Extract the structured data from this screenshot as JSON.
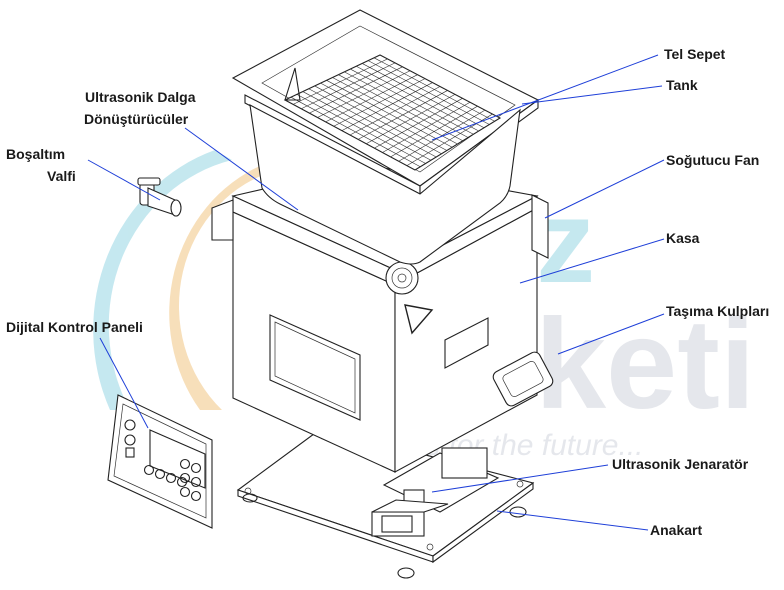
{
  "labels": {
    "tel_sepet": "Tel Sepet",
    "tank": "Tank",
    "ultrasonik_dalga_1": "Ultrasonik Dalga",
    "ultrasonik_dalga_2": "Dönüştürücüler",
    "bosaltim_1": "Boşaltım",
    "bosaltim_2": "Valfi",
    "sogutucu_fan": "Soğutucu Fan",
    "kasa": "Kasa",
    "tasima_kulplari": "Taşıma Kulpları",
    "dijital_kontrol_paneli": "Dijital Kontrol Paneli",
    "ultrasonik_jenerator": "Ultrasonik Jenaratör",
    "anakart": "Anakart"
  },
  "watermark": {
    "line1": "cihaz",
    "line2": "marketi",
    "tagline": "products for the future...",
    "colors": {
      "cyan": "#bfe6ee",
      "orange": "#f7dcb3",
      "gray": "#e3e5ea"
    }
  },
  "leader_color": "#1e3fd8"
}
